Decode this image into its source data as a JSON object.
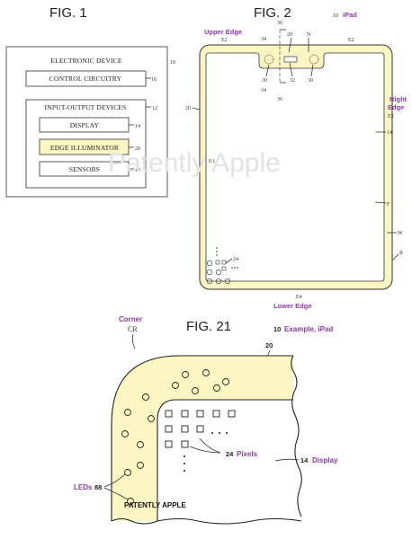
{
  "fig1": {
    "title": "FIG. 1",
    "ref_outer": "10",
    "device_label": "ELECTRONIC DEVICE",
    "control": {
      "label": "CONTROL CIRCUITRY",
      "ref": "16"
    },
    "io": {
      "label": "INPUT-OUTPUT DEVICES",
      "ref": "12"
    },
    "display": {
      "label": "DISPLAY",
      "ref": "14"
    },
    "edge_illuminator": {
      "label": "EDGE ILLUMINATOR",
      "ref": "20"
    },
    "sensors": {
      "label": "SENSORS",
      "ref": "18"
    }
  },
  "fig2": {
    "title": "FIG. 2",
    "device_ref": "10",
    "device_name": "iPad",
    "upper_edge": "Upper Edge",
    "right_edge_line1": "Right",
    "right_edge_line2": "Edge",
    "lower_edge": "Lower Edge",
    "refs": {
      "r36_top": "36",
      "r34_top": "34",
      "r20_notch": "20",
      "rN": "N",
      "rE2": "E2",
      "rE2_left": "E2",
      "r30_left": "30",
      "r32": "32",
      "r30_right": "30",
      "r34_bot": "34",
      "r36_bot": "36",
      "r20_left": "20",
      "rE3": "E3",
      "r14": "14",
      "rE1": "E1",
      "rF": "F",
      "rW": "W",
      "rR": "R",
      "r24": "24",
      "rE4": "E4"
    }
  },
  "fig21": {
    "title": "FIG. 21",
    "corner_label": "Corner",
    "corner_ref": "CR",
    "example_ref": "10",
    "example_label": "Example, iPad",
    "ref20": "20",
    "pixels_ref": "24",
    "pixels_label": "Pixels",
    "display_ref": "14",
    "display_label": "Display",
    "leds_label": "LEDs",
    "leds_ref": "88",
    "stamp": "PATENTLY APPLE"
  },
  "watermark": "Patently Apple",
  "colors": {
    "edge_yellow": "#fbf6c2",
    "annotation_purple": "#8e3aa6",
    "line": "#333333"
  }
}
